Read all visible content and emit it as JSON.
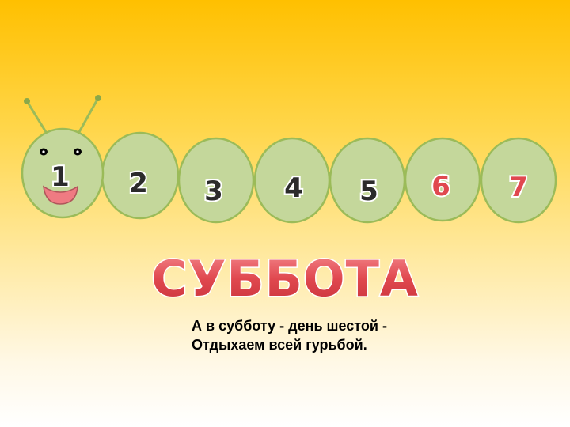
{
  "segments": [
    {
      "label": "1",
      "style": "dark"
    },
    {
      "label": "2",
      "style": "dark"
    },
    {
      "label": "3",
      "style": "dark"
    },
    {
      "label": "4",
      "style": "dark"
    },
    {
      "label": "5",
      "style": "dark"
    },
    {
      "label": "6",
      "style": "red"
    },
    {
      "label": "7",
      "style": "red"
    }
  ],
  "title": "СУББОТА",
  "poem": {
    "line1": "А в субботу - день шестой -",
    "line2": "Отдыхаем всей гурьбой."
  },
  "colors": {
    "segment_fill": "#c4d79b",
    "segment_stroke": "#9bbb59",
    "accent_red": "#e0484f"
  }
}
